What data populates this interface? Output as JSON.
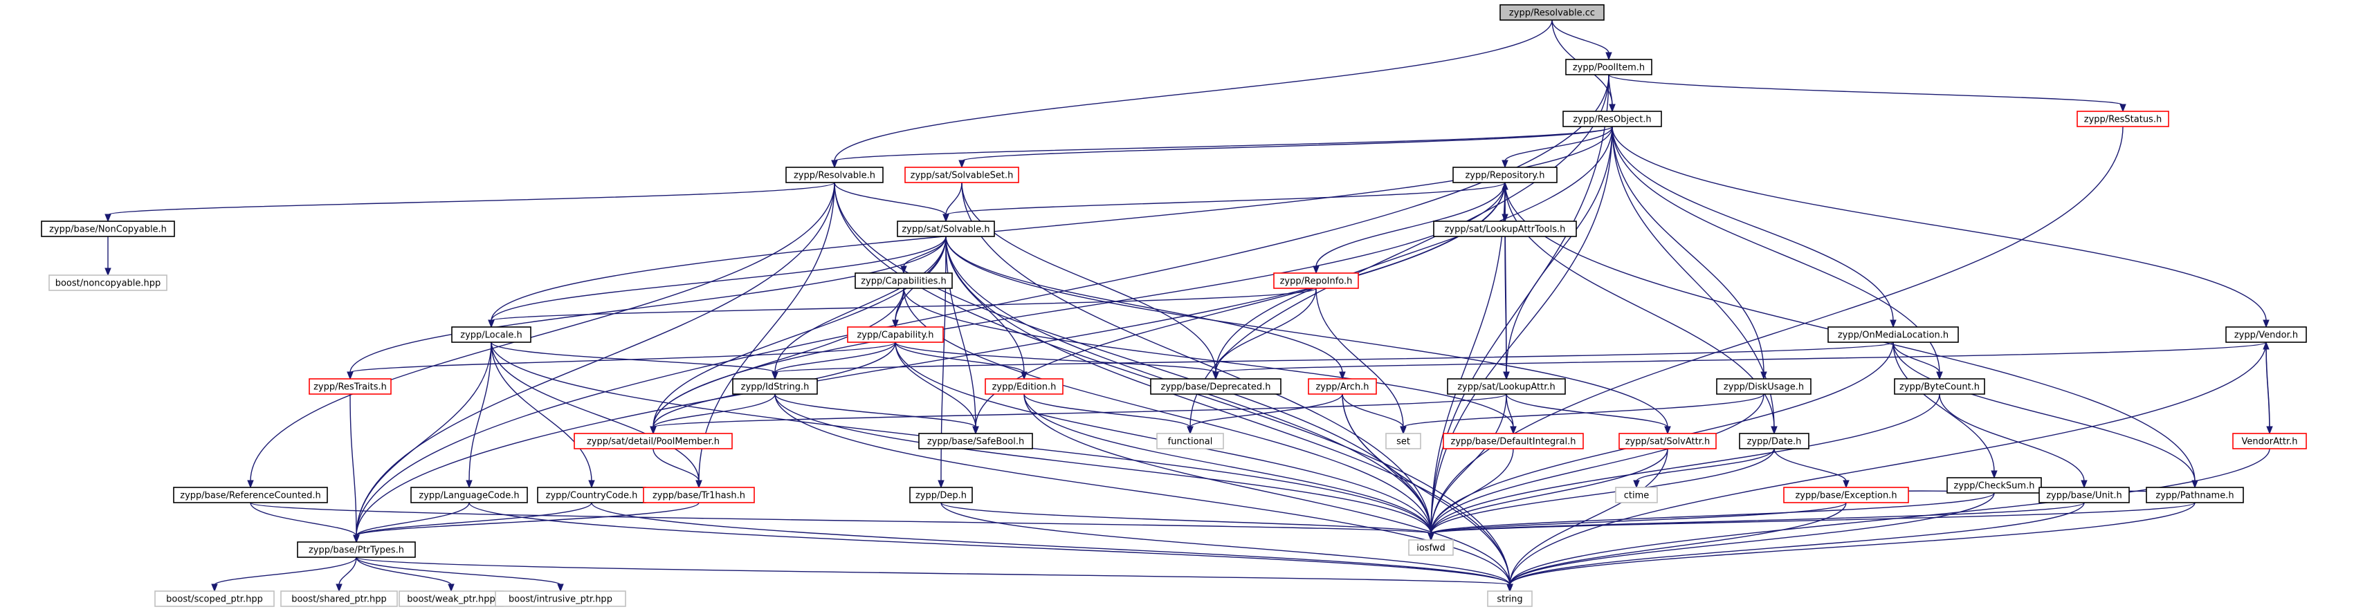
{
  "colors": {
    "edge": "#191970",
    "box_border": "#000000",
    "box_fill": "#ffffff",
    "missing_border": "#ff0000",
    "external_border": "#bfbfbf",
    "root_fill": "#bfbfbf"
  },
  "nodes": [
    {
      "id": "n0",
      "label": "zypp/Resolvable.cc",
      "style": "root"
    },
    {
      "id": "n1",
      "label": "zypp/PoolItem.h",
      "style": "normal"
    },
    {
      "id": "n2",
      "label": "zypp/ResObject.h",
      "style": "normal"
    },
    {
      "id": "n3",
      "label": "zypp/ResStatus.h",
      "style": "missing"
    },
    {
      "id": "n4",
      "label": "zypp/Resolvable.h",
      "style": "normal"
    },
    {
      "id": "n5",
      "label": "zypp/sat/SolvableSet.h",
      "style": "missing"
    },
    {
      "id": "n6",
      "label": "zypp/Repository.h",
      "style": "normal"
    },
    {
      "id": "n7",
      "label": "zypp/base/NonCopyable.h",
      "style": "normal"
    },
    {
      "id": "n8",
      "label": "zypp/sat/Solvable.h",
      "style": "normal"
    },
    {
      "id": "n9",
      "label": "zypp/sat/LookupAttrTools.h",
      "style": "normal"
    },
    {
      "id": "n10",
      "label": "boost/noncopyable.hpp",
      "style": "external"
    },
    {
      "id": "n11",
      "label": "zypp/Capabilities.h",
      "style": "normal"
    },
    {
      "id": "n12",
      "label": "zypp/RepoInfo.h",
      "style": "missing"
    },
    {
      "id": "n13",
      "label": "zypp/OnMediaLocation.h",
      "style": "normal"
    },
    {
      "id": "n14",
      "label": "zypp/Vendor.h",
      "style": "normal"
    },
    {
      "id": "n15",
      "label": "zypp/Locale.h",
      "style": "normal"
    },
    {
      "id": "n16",
      "label": "zypp/Capability.h",
      "style": "missing"
    },
    {
      "id": "n17",
      "label": "zypp/ResTraits.h",
      "style": "missing"
    },
    {
      "id": "n18",
      "label": "zypp/IdString.h",
      "style": "normal"
    },
    {
      "id": "n19",
      "label": "zypp/Edition.h",
      "style": "missing"
    },
    {
      "id": "n20",
      "label": "zypp/Arch.h",
      "style": "missing"
    },
    {
      "id": "n21",
      "label": "zypp/base/Deprecated.h",
      "style": "normal"
    },
    {
      "id": "n22",
      "label": "zypp/sat/LookupAttr.h",
      "style": "normal"
    },
    {
      "id": "n23",
      "label": "zypp/DiskUsage.h",
      "style": "normal"
    },
    {
      "id": "n24",
      "label": "zypp/ByteCount.h",
      "style": "normal"
    },
    {
      "id": "n25",
      "label": "zypp/sat/detail/PoolMember.h",
      "style": "missing"
    },
    {
      "id": "n26",
      "label": "zypp/base/SafeBool.h",
      "style": "normal"
    },
    {
      "id": "n27",
      "label": "functional",
      "style": "external"
    },
    {
      "id": "n28",
      "label": "set",
      "style": "external"
    },
    {
      "id": "n29",
      "label": "zypp/base/DefaultIntegral.h",
      "style": "missing"
    },
    {
      "id": "n30",
      "label": "zypp/sat/SolvAttr.h",
      "style": "missing"
    },
    {
      "id": "n31",
      "label": "zypp/Date.h",
      "style": "normal"
    },
    {
      "id": "n32",
      "label": "zypp/CheckSum.h",
      "style": "normal"
    },
    {
      "id": "n33",
      "label": "VendorAttr.h",
      "style": "missing"
    },
    {
      "id": "n34",
      "label": "zypp/base/ReferenceCounted.h",
      "style": "normal"
    },
    {
      "id": "n35",
      "label": "zypp/LanguageCode.h",
      "style": "normal"
    },
    {
      "id": "n36",
      "label": "zypp/CountryCode.h",
      "style": "normal"
    },
    {
      "id": "n37",
      "label": "zypp/base/Tr1hash.h",
      "style": "missing"
    },
    {
      "id": "n38",
      "label": "zypp/Dep.h",
      "style": "normal"
    },
    {
      "id": "n39",
      "label": "ctime",
      "style": "external"
    },
    {
      "id": "n40",
      "label": "zypp/base/Exception.h",
      "style": "missing"
    },
    {
      "id": "n41",
      "label": "zypp/base/Unit.h",
      "style": "normal"
    },
    {
      "id": "n42",
      "label": "zypp/Pathname.h",
      "style": "normal"
    },
    {
      "id": "n43",
      "label": "zypp/base/PtrTypes.h",
      "style": "normal"
    },
    {
      "id": "n44",
      "label": "iosfwd",
      "style": "external"
    },
    {
      "id": "n45",
      "label": "boost/scoped_ptr.hpp",
      "style": "external"
    },
    {
      "id": "n46",
      "label": "boost/shared_ptr.hpp",
      "style": "external"
    },
    {
      "id": "n47",
      "label": "boost/weak_ptr.hpp",
      "style": "external"
    },
    {
      "id": "n48",
      "label": "boost/intrusive_ptr.hpp",
      "style": "external"
    },
    {
      "id": "n49",
      "label": "string",
      "style": "external"
    }
  ]
}
